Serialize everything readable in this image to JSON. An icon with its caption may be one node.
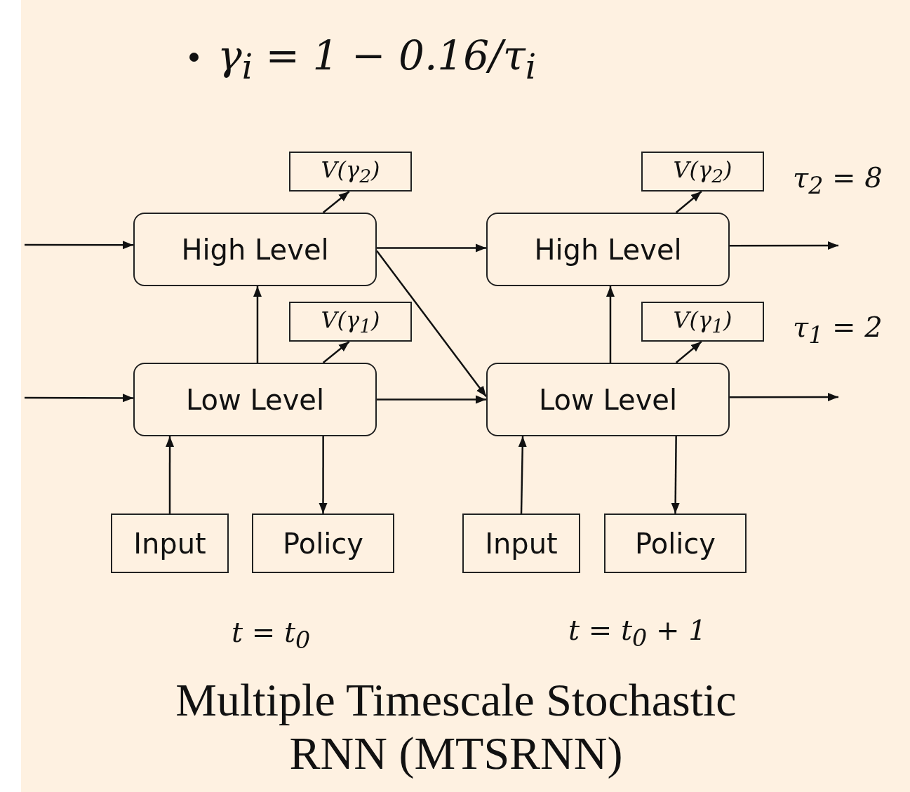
{
  "diagram": {
    "title": "γ$_{i}$ = 1 − 0.16/τ$_{i}$",
    "caption": "Multiple Timescale Stochastic RNN (MTSRNN)",
    "nodes": [
      {
        "text": [
          "High Level"
        ]
      },
      {
        "text": [
          "V(γ$_{2}$)"
        ]
      },
      {
        "text": [
          "Low Level"
        ]
      },
      {
        "text": [
          "V(γ$_{1}$)"
        ]
      },
      {
        "text": [
          "Input"
        ]
      },
      {
        "text": [
          "Policy"
        ]
      },
      {
        "text": [
          "High Level"
        ]
      },
      {
        "text": [
          "V(γ$_{2}$)"
        ]
      },
      {
        "text": [
          "Low Level"
        ]
      },
      {
        "text": [
          "V(γ$_{1}$)"
        ]
      },
      {
        "text": [
          "Input"
        ]
      },
      {
        "text": [
          "Policy"
        ]
      }
    ],
    "edges": [
      {
        "from": null,
        "to": 0,
        "arrow": "to"
      },
      {
        "from": null,
        "to": 2,
        "arrow": "to"
      },
      {
        "from": 0,
        "to": 1,
        "arrow": "to"
      },
      {
        "from": 2,
        "to": 0,
        "arrow": "to"
      },
      {
        "from": 2,
        "to": 3,
        "arrow": "to"
      },
      {
        "from": 4,
        "to": 2,
        "arrow": "to"
      },
      {
        "from": 2,
        "to": 5,
        "arrow": "to"
      },
      {
        "from": 0,
        "to": 6,
        "arrow": "to"
      },
      {
        "from": 0,
        "to": 8,
        "arrow": "to"
      },
      {
        "from": 2,
        "to": 8,
        "arrow": "to"
      },
      {
        "from": 6,
        "to": null,
        "arrow": "to"
      },
      {
        "from": 8,
        "to": null,
        "arrow": "to"
      },
      {
        "from": 6,
        "to": 7,
        "arrow": "to"
      },
      {
        "from": 8,
        "to": 6,
        "arrow": "to"
      },
      {
        "from": 8,
        "to": 9,
        "arrow": "to"
      },
      {
        "from": 10,
        "to": 8,
        "arrow": "to"
      },
      {
        "from": 8,
        "to": 11,
        "arrow": "to"
      }
    ],
    "labels": [
      "τ$_{2}$ = 8",
      "τ$_{1}$ = 2",
      "t = t$_{0}$",
      "t = t$_{0}$ + 1"
    ]
  }
}
